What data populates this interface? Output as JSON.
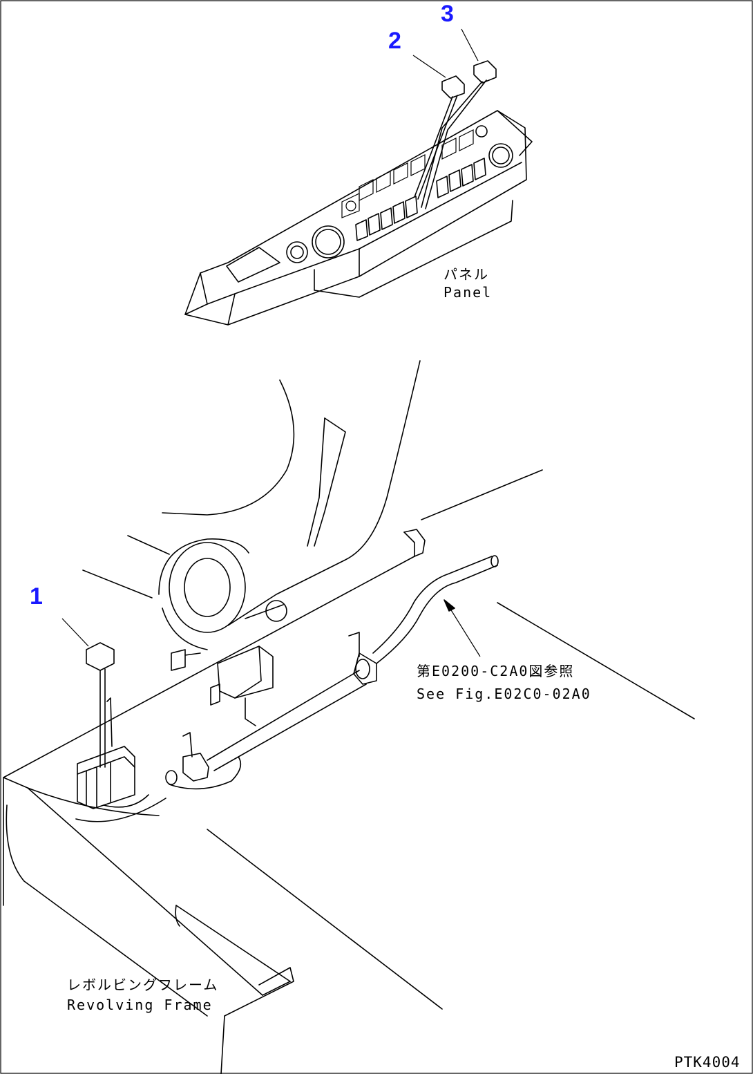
{
  "callouts": {
    "c1": "1",
    "c2": "2",
    "c3": "3"
  },
  "labels": {
    "panel_jp": "パネル",
    "panel_en": "Panel",
    "ref_jp": "第E0200-C2A0図参照",
    "ref_en": "See Fig.E02C0-02A0",
    "frame_jp": "レボルビングフレーム",
    "frame_en": "Revolving Frame"
  },
  "drawing_code": "PTK4004",
  "colors": {
    "callout": "#1a1aff",
    "line": "#000000"
  }
}
